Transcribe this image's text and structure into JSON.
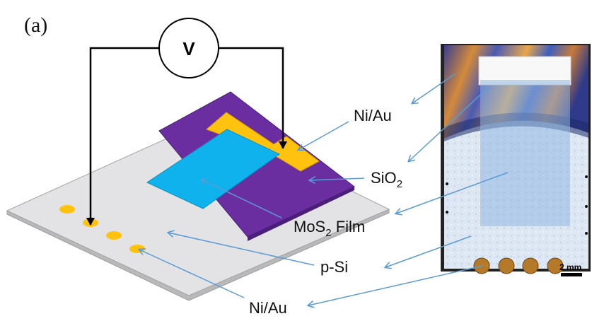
{
  "panel_label": "(a)",
  "voltmeter_symbol": "V",
  "labels": {
    "ni_au_top": "Ni/Au",
    "sio2_base": "SiO",
    "sio2_sub": "2",
    "mos2_pre": "MoS",
    "mos2_sub": "2",
    "mos2_post": " Film",
    "p_si": "p-Si",
    "ni_au_bottom": "Ni/Au"
  },
  "scale_bar_label": "2 mm",
  "colors": {
    "substrate": "#e3e3e5",
    "oxide": "#6a2ea0",
    "contact": "#ffc20e",
    "mos2": "#10b2ee",
    "arrow": "#5b9bd5",
    "wire": "#000000"
  }
}
